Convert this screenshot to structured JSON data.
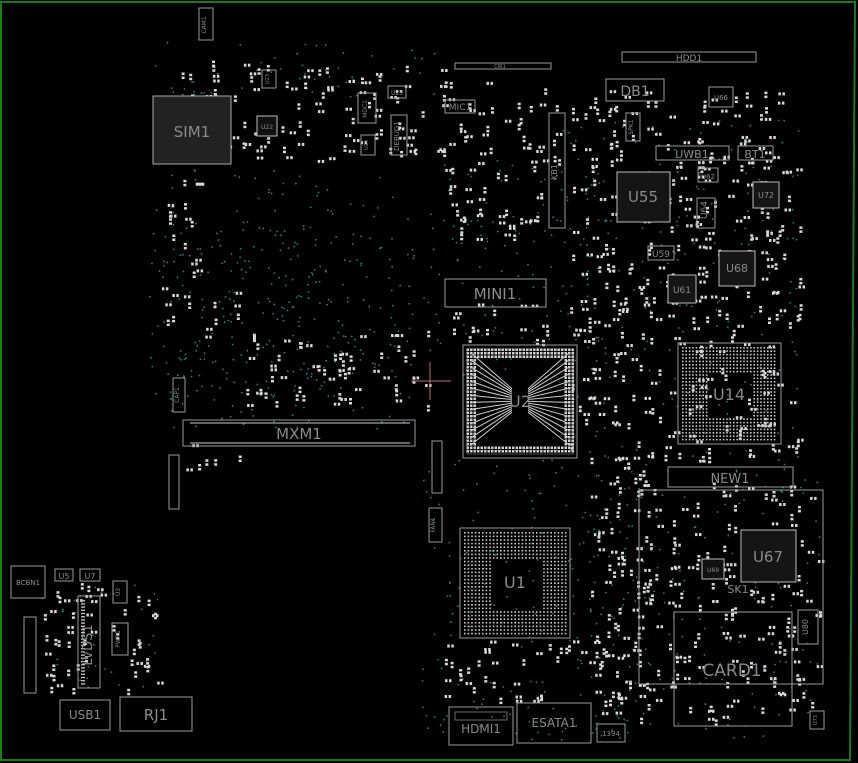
{
  "board": {
    "components": [
      {
        "id": "sim1",
        "label": "SIM1"
      },
      {
        "id": "mxm1",
        "label": "MXM1"
      },
      {
        "id": "mini1",
        "label": "MINI1"
      },
      {
        "id": "u2",
        "label": "U2"
      },
      {
        "id": "u1",
        "label": "U1"
      },
      {
        "id": "u14",
        "label": "U14"
      },
      {
        "id": "u55",
        "label": "U55"
      },
      {
        "id": "u67",
        "label": "U67"
      },
      {
        "id": "u68",
        "label": "U68"
      },
      {
        "id": "u61",
        "label": "U61"
      },
      {
        "id": "u59",
        "label": "U59"
      },
      {
        "id": "u64",
        "label": "U64"
      },
      {
        "id": "u72",
        "label": "U72"
      },
      {
        "id": "u62",
        "label": "U62"
      },
      {
        "id": "u66",
        "label": "U66"
      },
      {
        "id": "u80",
        "label": "U80"
      },
      {
        "id": "card1",
        "label": "CARD1"
      },
      {
        "id": "new1",
        "label": "NEW1"
      },
      {
        "id": "db1",
        "label": "DB1"
      },
      {
        "id": "hdd1",
        "label": "HDD1"
      },
      {
        "id": "uwb1",
        "label": "UWB1"
      },
      {
        "id": "bt1",
        "label": "BT1"
      },
      {
        "id": "kb1",
        "label": "KB1"
      },
      {
        "id": "mic1",
        "label": "MIC1"
      },
      {
        "id": "mdc1",
        "label": "MDC1"
      },
      {
        "id": "debug1",
        "label": "DEBUG1"
      },
      {
        "id": "cam1",
        "label": "CAM1"
      },
      {
        "id": "cir1",
        "label": "CIR1"
      },
      {
        "id": "spk1",
        "label": "SPK1"
      },
      {
        "id": "fan1",
        "label": "FAN1"
      },
      {
        "id": "lvds1",
        "label": "LVDS1"
      },
      {
        "id": "usb1",
        "label": "USB1"
      },
      {
        "id": "rj1",
        "label": "RJ1"
      },
      {
        "id": "hdmi1",
        "label": "HDMI1"
      },
      {
        "id": "esata1",
        "label": "ESATA1"
      },
      {
        "id": "c1394",
        "label": "1394"
      },
      {
        "id": "bcbn1",
        "label": "BCBN1"
      },
      {
        "id": "u5",
        "label": "U5"
      },
      {
        "id": "u7",
        "label": "U7"
      },
      {
        "id": "u3",
        "label": "U3"
      },
      {
        "id": "pwr1",
        "label": "PWR1"
      },
      {
        "id": "u23",
        "label": "U23"
      },
      {
        "id": "u25",
        "label": "U25"
      },
      {
        "id": "u22",
        "label": "U22"
      },
      {
        "id": "u24",
        "label": "U24"
      },
      {
        "id": "u69",
        "label": "U69"
      },
      {
        "id": "u73",
        "label": "U73"
      },
      {
        "id": "cap1",
        "label": "CAP1"
      },
      {
        "id": "sk1",
        "label": "SK1"
      }
    ]
  },
  "colors": {
    "background": "#000000",
    "outline": "#9a9a9a",
    "label": "#8a8a8a",
    "pad": "#d8d8d8",
    "via": "#2f7d86",
    "edge": "#1e7a1e",
    "cursor": "#b07070"
  }
}
